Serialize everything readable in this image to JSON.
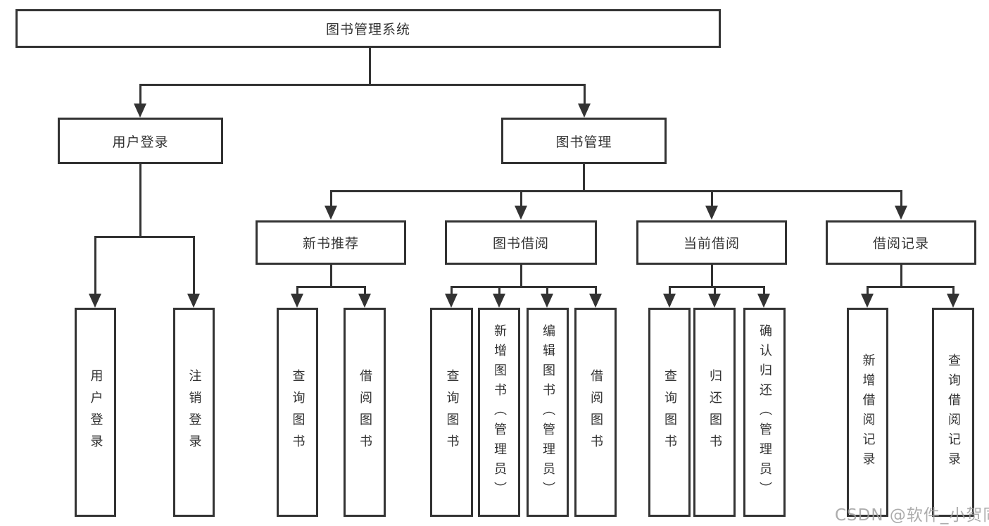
{
  "diagram": {
    "root": "图书管理系统",
    "user_login": {
      "label": "用户登录",
      "leaves": [
        "用户登录",
        "注销登录"
      ]
    },
    "book_mgmt": {
      "label": "图书管理",
      "groups": {
        "new_books": {
          "label": "新书推荐",
          "leaves": [
            "查询图书",
            "借阅图书"
          ]
        },
        "book_borrow": {
          "label": "图书借阅",
          "leaves": [
            "查询图书",
            "新增图书（管理员）",
            "编辑图书（管理员）",
            "借阅图书"
          ]
        },
        "current_borrow": {
          "label": "当前借阅",
          "leaves": [
            "查询图书",
            "归还图书",
            "确认归还（管理员）"
          ]
        },
        "borrow_records": {
          "label": "借阅记录",
          "leaves": [
            "新增借阅记录",
            "查询借阅记录"
          ]
        }
      }
    },
    "watermark": "CSDN @软件_小贺同学",
    "colors": {
      "line": "#333333",
      "text": "#333333",
      "background": "#ffffff",
      "watermark": "#9e9e9e"
    }
  }
}
